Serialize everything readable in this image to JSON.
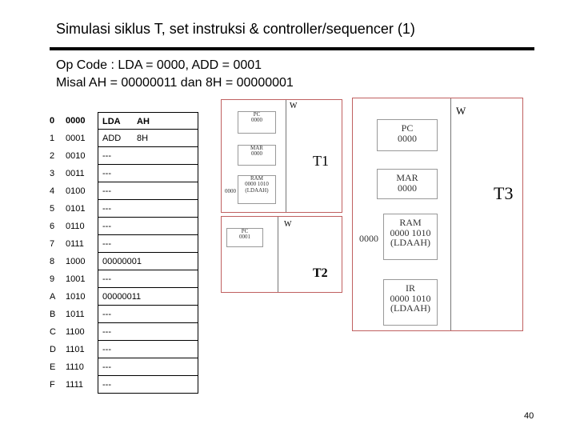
{
  "title": "Simulasi siklus T, set instruksi & controller/sequencer (1)",
  "info": {
    "line1": "Op Code :  LDA = 0000,   ADD = 0001",
    "line2": "Misal AH = 00000011 dan 8H = 00000001"
  },
  "memory": [
    {
      "addr": "0",
      "bin": "0000",
      "content": "LDA",
      "operand": "AH"
    },
    {
      "addr": "1",
      "bin": "0001",
      "content": "ADD",
      "operand": "8H"
    },
    {
      "addr": "2",
      "bin": "0010",
      "content": "---",
      "operand": ""
    },
    {
      "addr": "3",
      "bin": "0011",
      "content": "---",
      "operand": ""
    },
    {
      "addr": "4",
      "bin": "0100",
      "content": "---",
      "operand": ""
    },
    {
      "addr": "5",
      "bin": "0101",
      "content": "---",
      "operand": ""
    },
    {
      "addr": "6",
      "bin": "0110",
      "content": "---",
      "operand": ""
    },
    {
      "addr": "7",
      "bin": "0111",
      "content": "---",
      "operand": ""
    },
    {
      "addr": "8",
      "bin": "1000",
      "content": "00000001",
      "operand": ""
    },
    {
      "addr": "9",
      "bin": "1001",
      "content": "---",
      "operand": ""
    },
    {
      "addr": "A",
      "bin": "1010",
      "content": "00000011",
      "operand": ""
    },
    {
      "addr": "B",
      "bin": "1011",
      "content": "---",
      "operand": ""
    },
    {
      "addr": "C",
      "bin": "1100",
      "content": "---",
      "operand": ""
    },
    {
      "addr": "D",
      "bin": "1101",
      "content": "---",
      "operand": ""
    },
    {
      "addr": "E",
      "bin": "1110",
      "content": "---",
      "operand": ""
    },
    {
      "addr": "F",
      "bin": "1111",
      "content": "---",
      "operand": ""
    }
  ],
  "t1": {
    "label": "T1",
    "w": "W",
    "pc_name": "PC",
    "pc_value": "0000",
    "mar_name": "MAR",
    "mar_value": "0000",
    "ram_name": "RAM",
    "ram_value": "0000 1010",
    "ram_mnemonic": "(LDAAH)",
    "side_value": "0000"
  },
  "t2": {
    "label": "T2",
    "w": "W",
    "pc_name": "PC",
    "pc_value": "0001"
  },
  "t3": {
    "label": "T3",
    "w": "W",
    "pc_name": "PC",
    "pc_value": "0000",
    "mar_name": "MAR",
    "mar_value": "0000",
    "ram_name": "RAM",
    "ram_value": "0000 1010",
    "ram_mnemonic": "(LDAAH)",
    "ir_name": "IR",
    "ir_value": "0000 1010",
    "ir_mnemonic": "(LDAAH)",
    "side_value": "0000"
  },
  "page_number": "40"
}
